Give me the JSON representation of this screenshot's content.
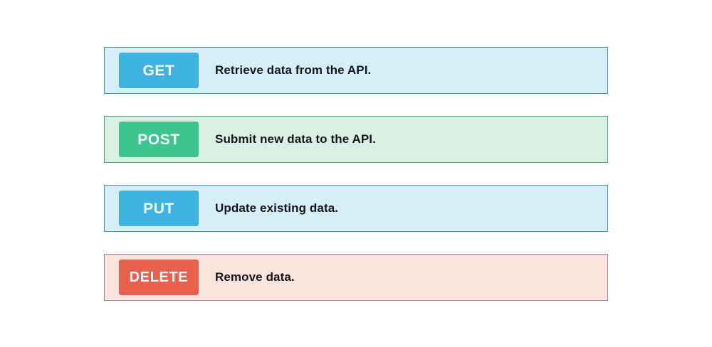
{
  "methods": [
    {
      "badge": "GET",
      "description": "Retrieve data from the API.",
      "badge_color": "#3fb3e0",
      "row_background": "#d6eef7",
      "row_border": "#3d9ba8"
    },
    {
      "badge": "POST",
      "description": "Submit new data to the API.",
      "badge_color": "#3ec58f",
      "row_background": "#d9f0e5",
      "row_border": "#4f9e7d"
    },
    {
      "badge": "PUT",
      "description": "Update existing data.",
      "badge_color": "#3fb3e0",
      "row_background": "#d6eef7",
      "row_border": "#3d9ba8"
    },
    {
      "badge": "DELETE",
      "description": "Remove data.",
      "badge_color": "#e8614d",
      "row_background": "#fbe3de",
      "row_border": "#b08080"
    }
  ],
  "page": {
    "background": "#ffffff",
    "badge_text_color": "#f4fbfe",
    "description_text_color": "#141619"
  }
}
